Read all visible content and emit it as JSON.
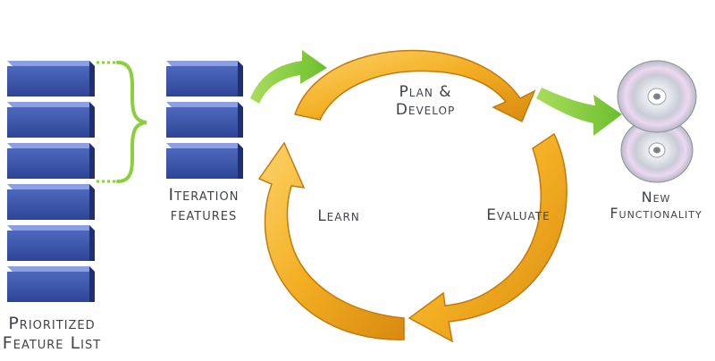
{
  "labels": {
    "prioritized_line1": "Prioritized",
    "prioritized_line2": "Feature List",
    "iteration_line1": "Iteration",
    "iteration_line2": "features",
    "plan_line1": "Plan &",
    "plan_line2": "Develop",
    "evaluate": "Evaluate",
    "learn": "Learn",
    "new_line1": "New",
    "new_line2": "Functionality"
  },
  "colors": {
    "block_front": "#3a55a8",
    "block_top": "#7f95d9",
    "block_side": "#1f2f74",
    "bracket": "#8ccf3c",
    "green_arrow": "#7cc63a",
    "cycle_arrow": "#f0ac1e",
    "cycle_arrow_dark": "#c97d0c",
    "text": "#3f4349"
  },
  "icons": {
    "disc": "cd-dvd-disc-icon",
    "bracket": "curly-bracket-icon"
  }
}
